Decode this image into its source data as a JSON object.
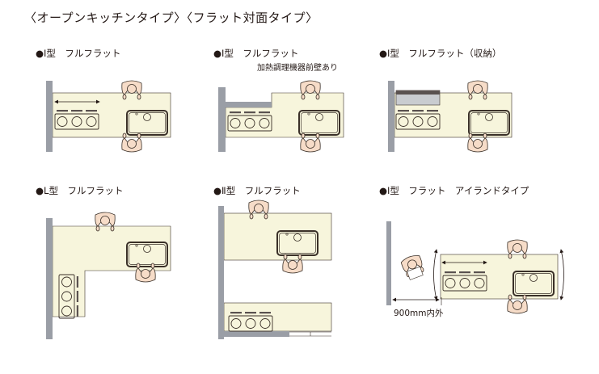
{
  "title": "〈オープンキッチンタイプ〉〈フラット対面タイプ〉",
  "panels": [
    {
      "label": "●Ⅰ型　フルフラット"
    },
    {
      "label": "●Ⅰ型　フルフラット",
      "sublabel": "加熱調理機器前壁あり"
    },
    {
      "label": "●Ⅰ型　フルフラット（収納）"
    },
    {
      "label": "●L型　フルフラット"
    },
    {
      "label": "●Ⅱ型　フルフラット"
    },
    {
      "label": "●Ⅰ型　フラット　アイランドタイプ",
      "dimension": "900mm内外"
    }
  ],
  "colors": {
    "counter": "#f7f5dc",
    "wall": "#9a9ea6",
    "outline": "#3a3028",
    "skin": "#f6dcc8",
    "storage": "#5a5250"
  }
}
